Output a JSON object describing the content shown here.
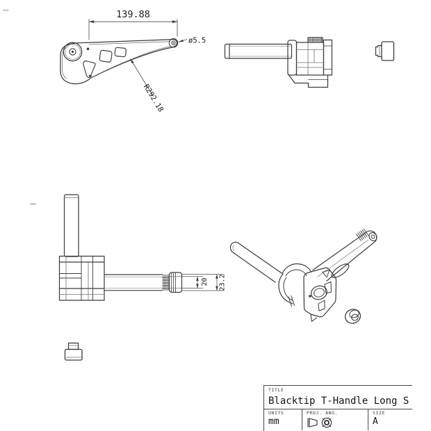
{
  "views": {
    "side": {
      "dim_length": "139.88",
      "dim_hole_dia": "ø5.5",
      "dim_radius": "R292.18"
    },
    "front": {
      "dim_knurl": "20",
      "dim_end": "23.2"
    }
  },
  "title_block": {
    "title_label": "TITLE",
    "title": "Blacktip T-Handle Long S",
    "units_label": "UNITS",
    "units": "mm",
    "proj_label": "PROJ. ANG.",
    "size_label": "SIZE",
    "size": "A"
  },
  "icons": {
    "frustum": "third-angle-frustum-icon",
    "target": "third-angle-target-icon"
  },
  "colors": {
    "line": "#3a3a3a",
    "line_light": "#767676",
    "dim_line": "#4a4a4a",
    "text": "#1c1c1c",
    "background": "#ffffff",
    "border": "#464646"
  }
}
